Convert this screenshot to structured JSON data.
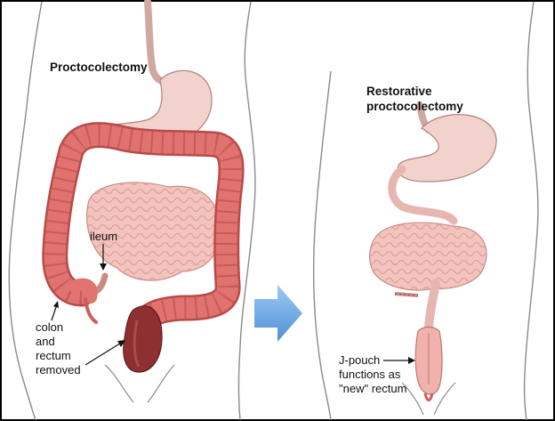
{
  "left_panel": {
    "title": "Proctocolectomy",
    "ileum_label": "ileum",
    "removed_label": [
      "colon",
      "and",
      "rectum",
      "removed"
    ]
  },
  "right_panel": {
    "title": [
      "Restorative",
      "proctocolectomy"
    ],
    "pouch_label": [
      "J-pouch",
      "functions as",
      "\"new\" rectum"
    ]
  },
  "colors": {
    "colon": "#e0736f",
    "colon_dark": "#b94a4a",
    "rectum": "#8e2f32",
    "intestine": "#f3c4be",
    "stomach": "#f2d2cc",
    "arrow": "#6aa7e3",
    "border": "#000000"
  },
  "icons": [
    "transition-arrow-icon"
  ]
}
